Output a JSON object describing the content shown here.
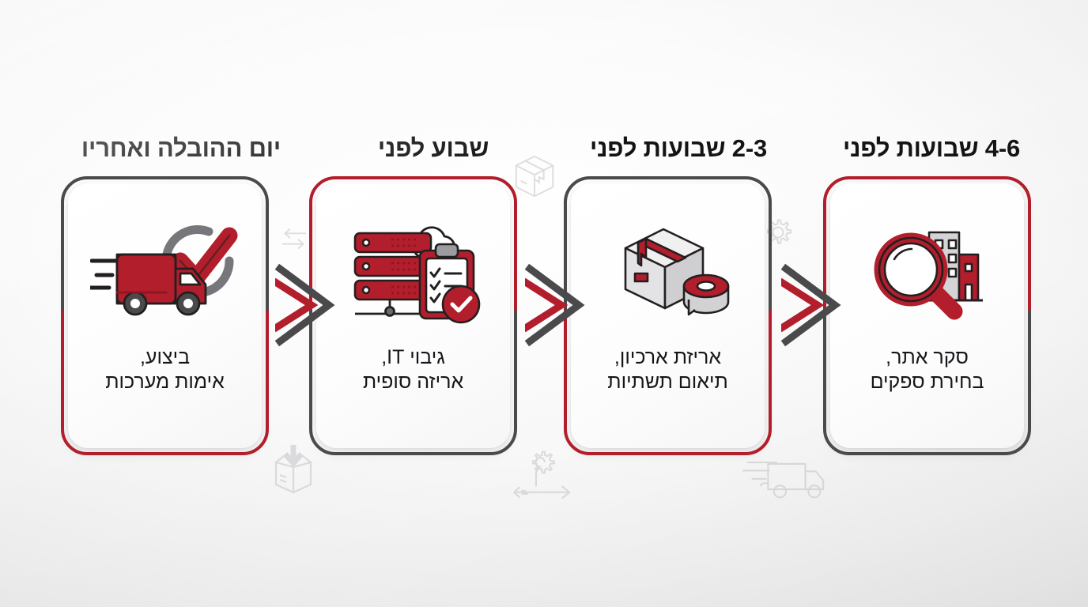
{
  "meta": {
    "language": "he",
    "direction": "rtl",
    "diagram_type": "timeline-process",
    "flow_direction": "right-to-left"
  },
  "colors": {
    "brand_red": "#B21E2B",
    "accent_red_dark": "#8E1620",
    "gray_outline": "#4A4A4C",
    "text_dark": "#141414",
    "watermark": "#d8d8da",
    "card_bg": "#FFFFFF"
  },
  "steps": [
    {
      "id": "step-1",
      "header": "4-6 שבועות לפני",
      "text_line1": "סקר אתר,",
      "text_line2": "בחירת ספקים",
      "icon": "magnifier-building-icon",
      "frame_top_color": "#B21E2B",
      "frame_bottom_color": "#4A4A4C"
    },
    {
      "id": "step-2",
      "header": "2-3 שבועות לפני",
      "text_line1": "אריזת ארכיון,",
      "text_line2": "תיאום תשתיות",
      "icon": "box-tape-icon",
      "frame_top_color": "#4A4A4C",
      "frame_bottom_color": "#B21E2B"
    },
    {
      "id": "step-3",
      "header": "שבוע לפני",
      "text_line1": "גיבוי IT,",
      "text_line2": "אריזה סופית",
      "icon": "server-cloud-checklist-icon",
      "frame_top_color": "#B21E2B",
      "frame_bottom_color": "#4A4A4C"
    },
    {
      "id": "step-4",
      "header": "יום ההובלה ואחריו",
      "text_line1": "ביצוע,",
      "text_line2": "אימות מערכות",
      "icon": "delivery-truck-check-icon",
      "frame_top_color": "#4A4A4C",
      "frame_bottom_color": "#B21E2B"
    }
  ],
  "connectors": [
    {
      "id": "connector-1",
      "from": "step-1",
      "to": "step-2",
      "style": "double-chevron",
      "direction": "left"
    },
    {
      "id": "connector-2",
      "from": "step-2",
      "to": "step-3",
      "style": "double-chevron",
      "direction": "left"
    },
    {
      "id": "connector-3",
      "from": "step-3",
      "to": "step-4",
      "style": "double-chevron",
      "direction": "left"
    }
  ],
  "watermarks": [
    {
      "id": "wm-gear-small",
      "icon": "gear-icon"
    },
    {
      "id": "wm-package-box",
      "icon": "package-box-icon"
    },
    {
      "id": "wm-exchange-arrows",
      "icon": "exchange-arrows-icon"
    },
    {
      "id": "wm-open-box-arrow",
      "icon": "open-box-download-icon"
    },
    {
      "id": "wm-gear-wrench-arrow",
      "icon": "gear-wrench-process-icon"
    },
    {
      "id": "wm-delivery-truck",
      "icon": "delivery-truck-outline-icon"
    }
  ]
}
